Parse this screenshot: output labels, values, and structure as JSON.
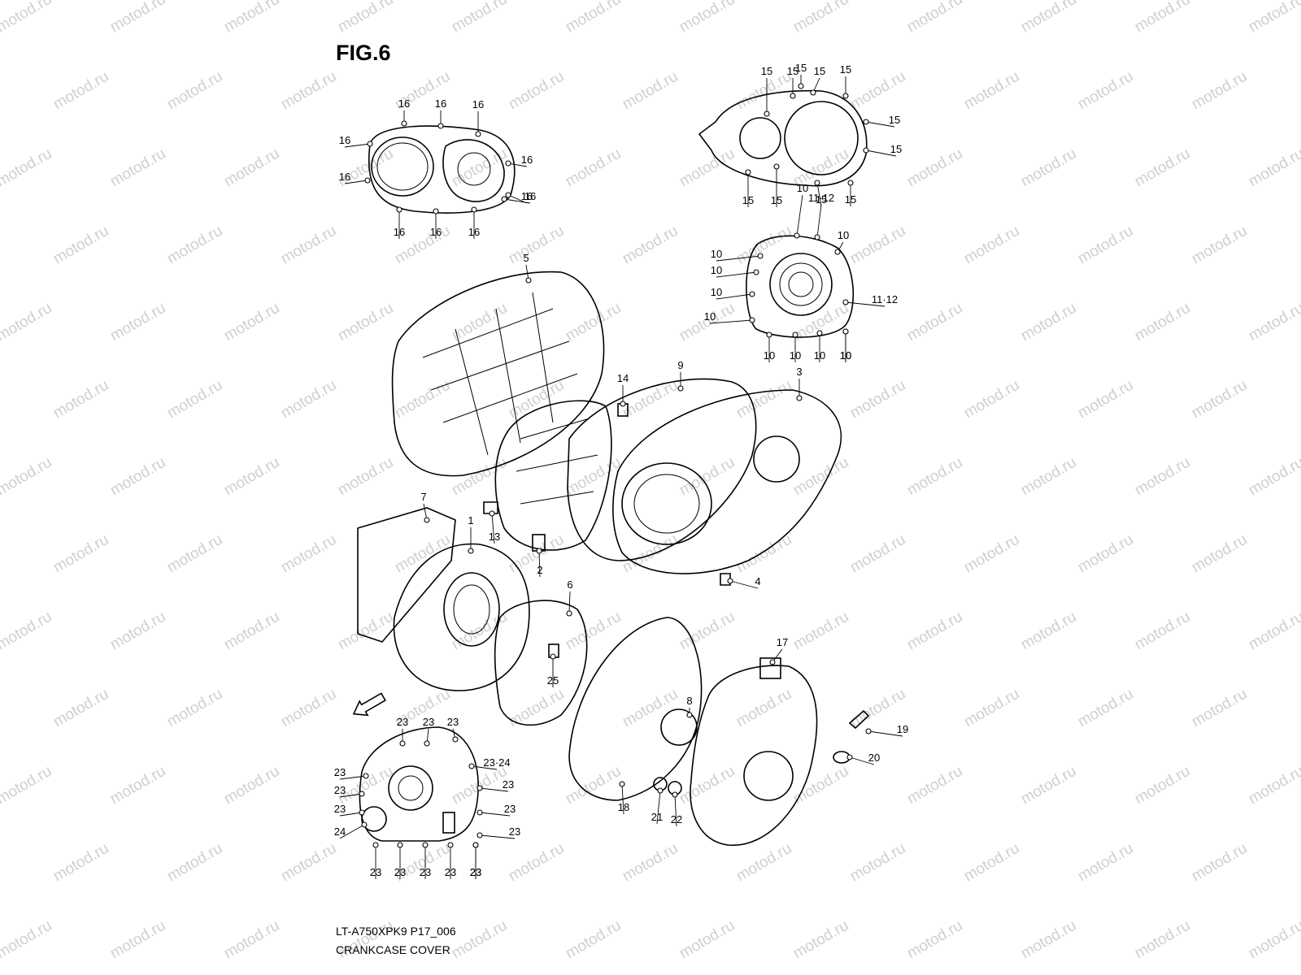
{
  "figure": {
    "title": "FIG.6",
    "model_code": "LT-A750XPK9 P17_006",
    "subtitle": "CRANKCASE COVER",
    "watermark": "motod.ru",
    "fwd_label": "FWD"
  },
  "callouts": {
    "top_left_cover": [
      "16",
      "16",
      "16",
      "16",
      "16",
      "16",
      "16",
      "16",
      "16",
      "16",
      "16"
    ],
    "top_right_cover": [
      "15",
      "15",
      "15",
      "15",
      "15",
      "15",
      "15",
      "15",
      "15",
      "15",
      "15"
    ],
    "clutch_cover": [
      "10",
      "11·12",
      "10",
      "10",
      "10",
      "10",
      "10",
      "11·12",
      "10",
      "10",
      "10",
      "10",
      "10"
    ],
    "main": [
      "5",
      "9",
      "3",
      "14",
      "7",
      "1",
      "13",
      "2",
      "6",
      "4",
      "25",
      "17",
      "8",
      "19",
      "20",
      "18",
      "21",
      "22"
    ],
    "bottom_left_cover": [
      "23",
      "23",
      "23",
      "23",
      "23·24",
      "23",
      "23",
      "23",
      "23",
      "23",
      "24",
      "23",
      "23",
      "23",
      "23",
      "23",
      "23"
    ]
  }
}
